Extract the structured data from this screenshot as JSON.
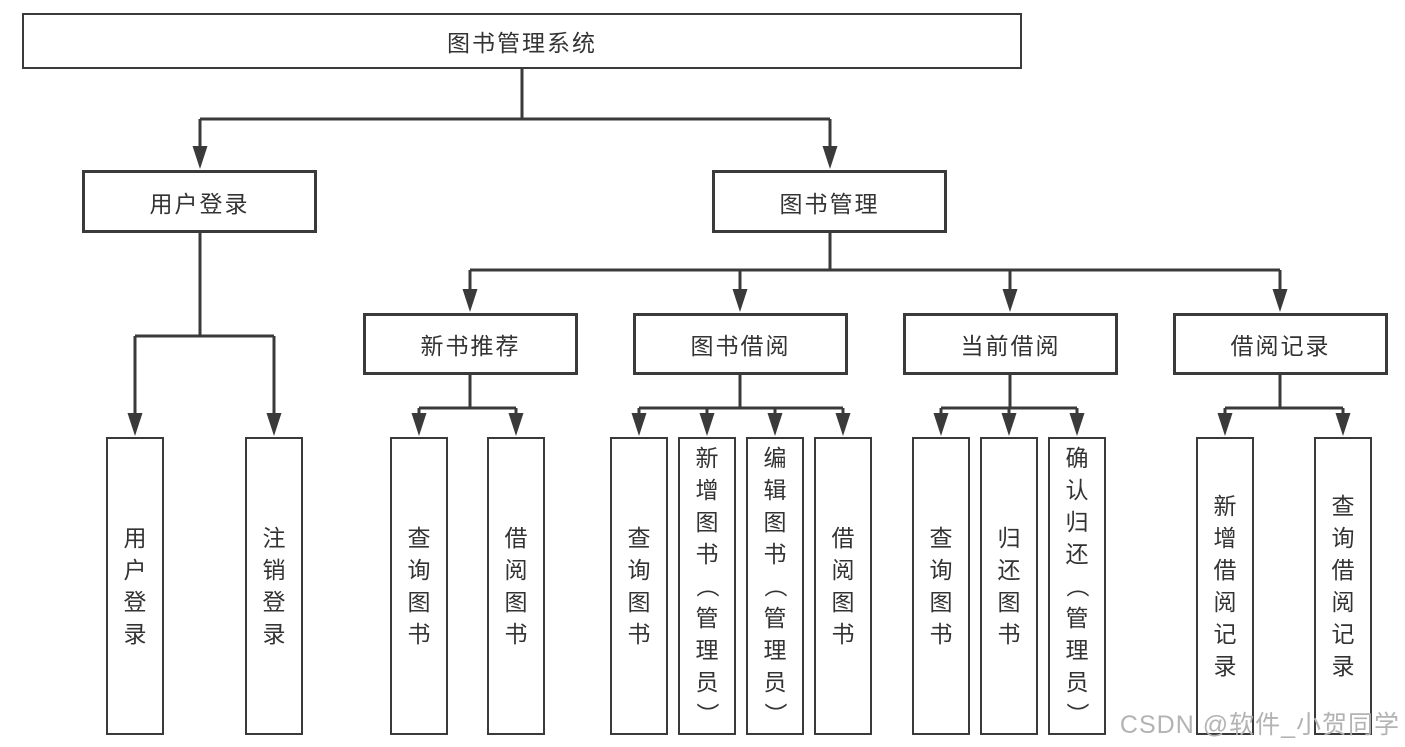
{
  "diagram": {
    "root": {
      "label": "图书管理系统"
    },
    "level2": [
      {
        "label": "用户登录"
      },
      {
        "label": "图书管理"
      }
    ],
    "level3": [
      {
        "label": "新书推荐"
      },
      {
        "label": "图书借阅"
      },
      {
        "label": "当前借阅"
      },
      {
        "label": "借阅记录"
      }
    ],
    "leaves": [
      {
        "label": "用户登录"
      },
      {
        "label": "注销登录"
      },
      {
        "label": "查询图书"
      },
      {
        "label": "借阅图书"
      },
      {
        "label": "查询图书"
      },
      {
        "label": "新增图书（管理员）"
      },
      {
        "label": "编辑图书（管理员）"
      },
      {
        "label": "借阅图书"
      },
      {
        "label": "查询图书"
      },
      {
        "label": "归还图书"
      },
      {
        "label": "确认归还（管理员）"
      },
      {
        "label": "新增借阅记录"
      },
      {
        "label": "查询借阅记录"
      }
    ]
  },
  "watermark": {
    "text": "CSDN @软件_小贺同学"
  },
  "colors": {
    "line": "#3a3a3a",
    "box_border": "#3a3a3a",
    "text": "#333333",
    "watermark": "#b3b3b3",
    "background": "#ffffff"
  }
}
